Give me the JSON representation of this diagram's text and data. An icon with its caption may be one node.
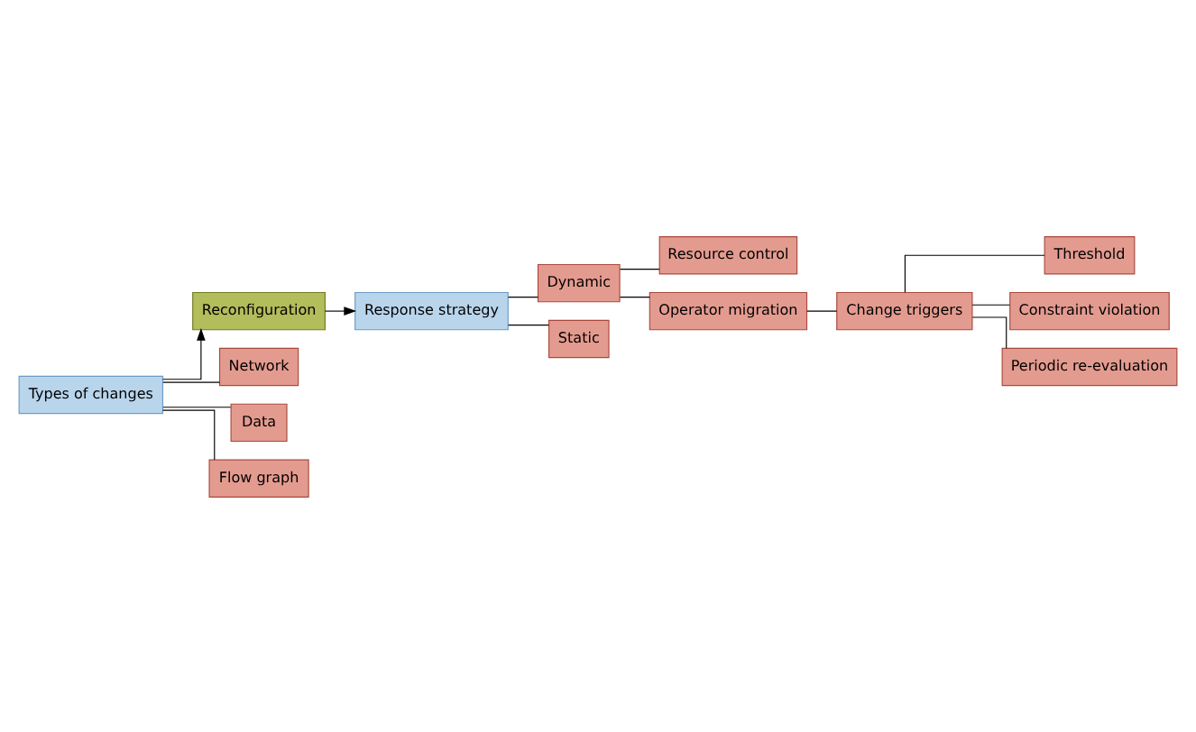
{
  "diagram": {
    "nodes": [
      {
        "text": [
          "Reconfiguration"
        ]
      },
      {
        "text": [
          "Types of changes"
        ]
      },
      {
        "text": [
          "Network"
        ]
      },
      {
        "text": [
          "Data"
        ]
      },
      {
        "text": [
          "Flow graph"
        ]
      },
      {
        "text": [
          "Response strategy"
        ]
      },
      {
        "text": [
          "Dynamic"
        ]
      },
      {
        "text": [
          "Static"
        ]
      },
      {
        "text": [
          "Resource control"
        ]
      },
      {
        "text": [
          "Operator migration"
        ]
      },
      {
        "text": [
          "Change triggers"
        ]
      },
      {
        "text": [
          "Threshold"
        ]
      },
      {
        "text": [
          "Constraint violation"
        ]
      },
      {
        "text": [
          "Periodic re-evaluation"
        ]
      }
    ],
    "edges": [
      {
        "from": 1,
        "to": 0,
        "arrow": "to"
      },
      {
        "from": 0,
        "to": 5,
        "arrow": "to"
      },
      {
        "from": 1,
        "to": 2,
        "arrow": "none"
      },
      {
        "from": 1,
        "to": 3,
        "arrow": "none"
      },
      {
        "from": 1,
        "to": 4,
        "arrow": "none"
      },
      {
        "from": 5,
        "to": 6,
        "arrow": "none"
      },
      {
        "from": 5,
        "to": 7,
        "arrow": "none"
      },
      {
        "from": 6,
        "to": 8,
        "arrow": "none"
      },
      {
        "from": 6,
        "to": 9,
        "arrow": "none"
      },
      {
        "from": 9,
        "to": 10,
        "arrow": "none"
      },
      {
        "from": 10,
        "to": 11,
        "arrow": "none"
      },
      {
        "from": 10,
        "to": 12,
        "arrow": "none"
      },
      {
        "from": 10,
        "to": 13,
        "arrow": "none"
      }
    ]
  }
}
